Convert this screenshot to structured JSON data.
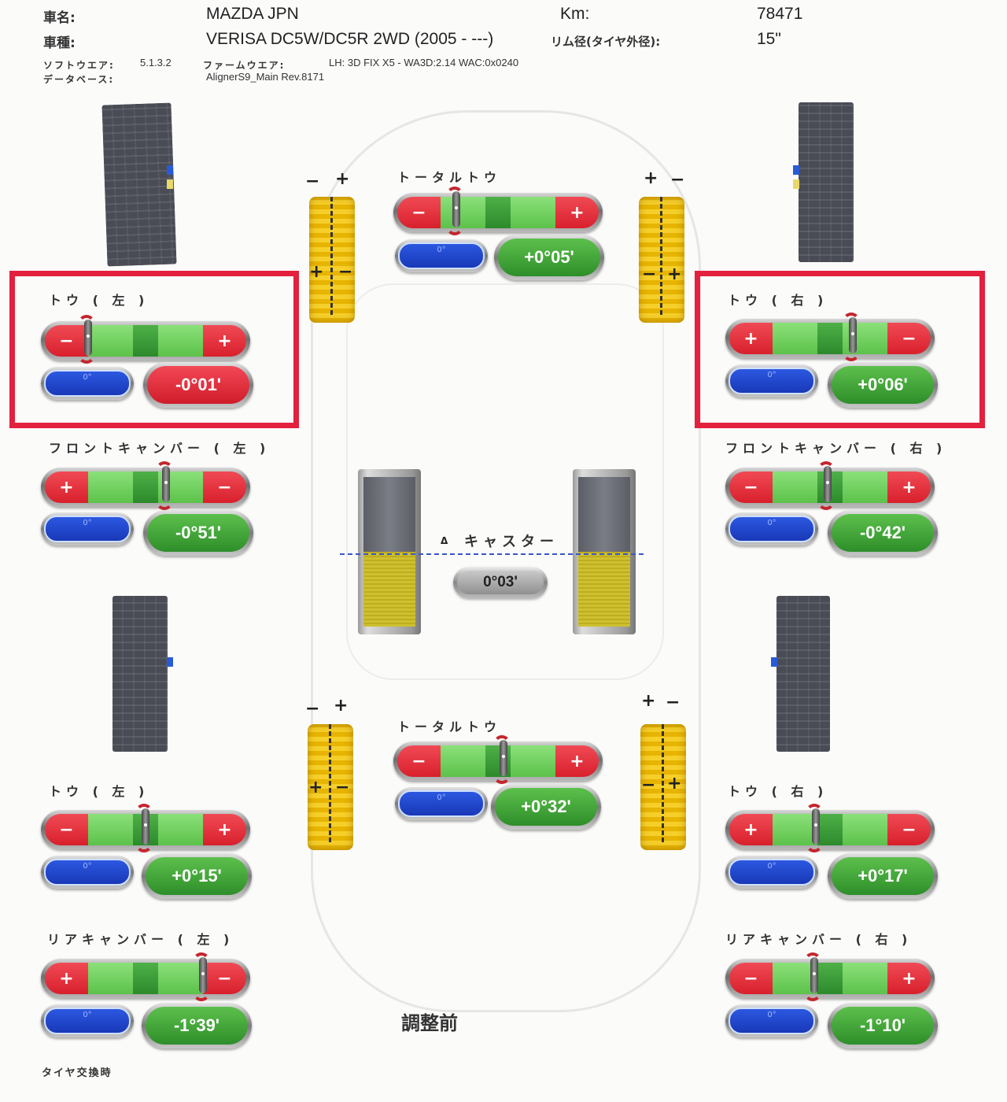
{
  "header": {
    "car_name_label": "車名:",
    "car_name": "MAZDA JPN",
    "car_type_label": "車種:",
    "car_type": "VERISA DC5W/DC5R 2WD (2005 - ---)",
    "km_label": "Km:",
    "km_value": "78471",
    "rim_label": "リム径(タイヤ外径):",
    "rim_value": "15\"",
    "software_label": "ソフトウエア:",
    "software_value": "5.1.3.2",
    "firmware_label": "ファームウエア:",
    "firmware_value": "LH: 3D FIX X5 - WA3D:2.14 WAC:0x0240",
    "database_label": "データベース:",
    "database_value": "AlignerS9_Main Rev.8171"
  },
  "front": {
    "total_toe": {
      "title": "トータルトウ",
      "left_sign": "−",
      "right_sign": "+",
      "spec": "0°",
      "value": "+0°05'",
      "status": "green",
      "needle_pos": 0.14
    },
    "toe_left": {
      "title": "トウ ( 左 )",
      "left_sign": "−",
      "right_sign": "+",
      "spec": "0°",
      "value": "-0°01'",
      "status": "red",
      "needle_pos": 0.0
    },
    "toe_right": {
      "title": "トウ ( 右 )",
      "left_sign": "+",
      "right_sign": "−",
      "spec": "0°",
      "value": "+0°06'",
      "status": "green",
      "needle_pos": 0.7
    },
    "camber_left": {
      "title": "フロントキャンバー ( 左 )",
      "left_sign": "+",
      "right_sign": "−",
      "spec": "0°",
      "value": "-0°51'",
      "status": "green",
      "needle_pos": 0.68
    },
    "camber_right": {
      "title": "フロントキャンバー ( 右 )",
      "left_sign": "−",
      "right_sign": "+",
      "spec": "0°",
      "value": "-0°42'",
      "status": "green",
      "needle_pos": 0.48
    }
  },
  "caster": {
    "title": "キャスター",
    "delta_symbol": "Δ",
    "value": "0°03'"
  },
  "rear": {
    "total_toe": {
      "title": "トータルトウ",
      "left_sign": "−",
      "right_sign": "+",
      "spec": "0°",
      "value": "+0°32'",
      "status": "green",
      "needle_pos": 0.55
    },
    "toe_left": {
      "title": "トウ ( 左 )",
      "left_sign": "−",
      "right_sign": "+",
      "spec": "0°",
      "value": "+0°15'",
      "status": "green",
      "needle_pos": 0.5
    },
    "toe_right": {
      "title": "トウ ( 右 )",
      "left_sign": "+",
      "right_sign": "−",
      "spec": "0°",
      "value": "+0°17'",
      "status": "green",
      "needle_pos": 0.38
    },
    "camber_left": {
      "title": "リアキャンバー ( 左 )",
      "left_sign": "+",
      "right_sign": "−",
      "spec": "0°",
      "value": "-1°39'",
      "status": "green",
      "needle_pos": 1.0
    },
    "camber_right": {
      "title": "リアキャンバー ( 右 )",
      "left_sign": "−",
      "right_sign": "+",
      "spec": "0°",
      "value": "-1°10'",
      "status": "green",
      "needle_pos": 0.36
    }
  },
  "tire_signs": {
    "fl_top": [
      "−",
      "+"
    ],
    "fl_mid": [
      "+",
      "−"
    ],
    "fr_top": [
      "+",
      "−"
    ],
    "fr_mid": [
      "−",
      "+"
    ],
    "rl_top": [
      "−",
      "+"
    ],
    "rl_mid": [
      "+",
      "−"
    ],
    "rr_top": [
      "+",
      "−"
    ],
    "rr_mid": [
      "−",
      "+"
    ]
  },
  "footer": {
    "stage_label": "調整前",
    "note": "タイヤ交換時"
  },
  "colors": {
    "highlight": "#e3203d",
    "ok_green": "#3ea436",
    "out_red": "#e02a38",
    "spec_blue": "#1f45cc"
  }
}
